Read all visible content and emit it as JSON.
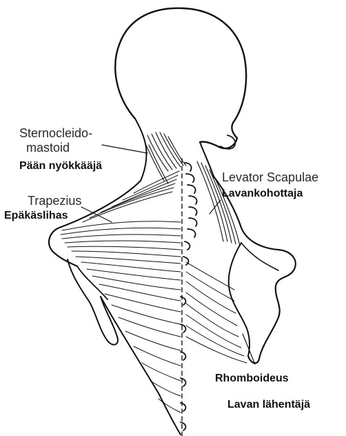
{
  "labels": {
    "sternocleido_line1": "Sternocleido-",
    "sternocleido_line2": "mastoid",
    "paan_nyokkaaja": "Pään nyökkääjä",
    "trapezius": "Trapezius",
    "epakaslihas": "Epäkäslihas",
    "levator_scapulae": "Levator Scapulae",
    "lavankohottaja": "Lavankohottaja",
    "rhomboideus": "Rhomboideus",
    "lavan_lahentaja": "Lavan lähentäjä"
  },
  "colors": {
    "ink": "#111111",
    "paper": "#ffffff"
  }
}
